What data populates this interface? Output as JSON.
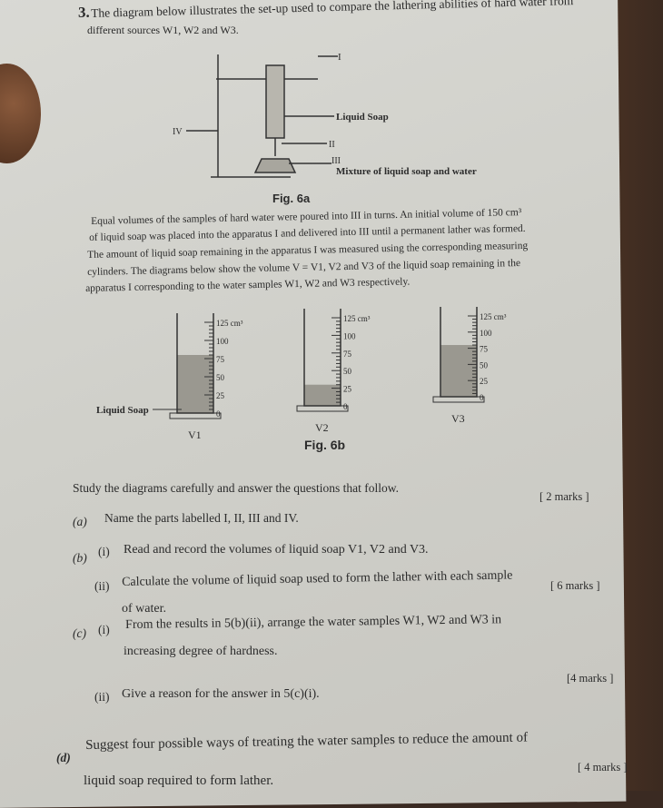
{
  "question": {
    "number": "3.",
    "intro_line1": "The diagram below illustrates the set-up used to compare the lathering abilities of hard water from",
    "intro_line2": "different sources W1, W2 and W3."
  },
  "fig6a": {
    "caption": "Fig. 6a",
    "labels": {
      "I": "I",
      "II": "II",
      "III": "III",
      "IV": "IV",
      "liquid_soap": "Liquid Soap",
      "mixture": "Mixture of liquid soap and water"
    }
  },
  "paragraph": [
    "Equal volumes of the samples of hard water were poured into III in turns.  An initial volume of 150 cm³",
    "of liquid soap was placed into the apparatus I and delivered into III until a permanent lather was formed.",
    "The amount of liquid soap remaining in the apparatus I was measured using the corresponding measuring",
    "cylinders.  The diagrams below show the volume V = V1, V2 and V3 of the liquid soap remaining in the",
    "apparatus I corresponding to the water samples  W1, W2 and W3 respectively."
  ],
  "fig6b": {
    "caption": "Fig. 6b",
    "liquid_soap_label": "Liquid Soap",
    "scale": [
      "125 cm³",
      "100",
      "75",
      "50",
      "25",
      "0"
    ],
    "cylinders": [
      {
        "label": "V1",
        "level_cm3": 80
      },
      {
        "label": "V2",
        "level_cm3": 30
      },
      {
        "label": "V3",
        "level_cm3": 80
      }
    ]
  },
  "questions": {
    "instruction": "Study the diagrams carefully and answer the questions that follow.",
    "a_label": "(a)",
    "a_text": "Name the parts labelled I, II, III and IV.",
    "a_marks": "[ 2 marks ]",
    "b_label": "(b)",
    "b_i_label": "(i)",
    "b_i_text": "Read and record the volumes of liquid soap V1, V2 and V3.",
    "b_ii_label": "(ii)",
    "b_ii_text": "Calculate the volume of liquid soap used to form the lather with each sample",
    "b_ii_text2": "of water.",
    "b_marks": "[ 6 marks ]",
    "c_label": "(c)",
    "c_i_label": "(i)",
    "c_i_text": "From the results in 5(b)(ii), arrange the water samples W1, W2 and W3 in",
    "c_i_text2": "increasing degree of hardness.",
    "c_ii_label": "(ii)",
    "c_ii_text": "Give a reason for the answer in 5(c)(i).",
    "c_marks": "[4 marks ]",
    "d_label": "(d)",
    "d_text": "Suggest four possible ways of treating the water samples to reduce the amount of",
    "d_text2": "liquid soap required to form lather.",
    "d_marks": "[ 4 marks ]"
  }
}
